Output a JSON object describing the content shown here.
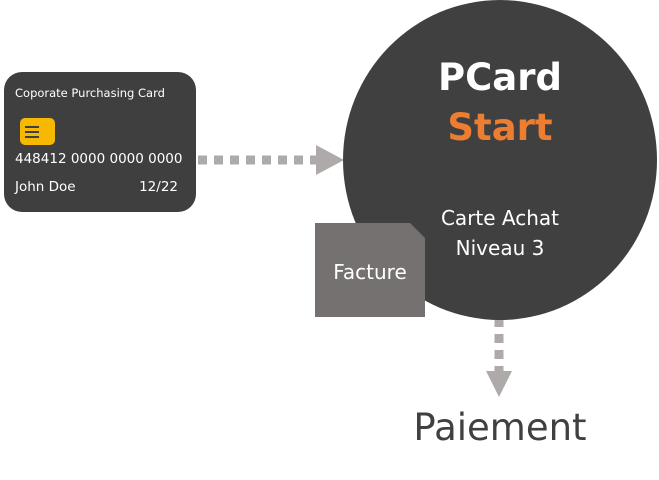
{
  "card": {
    "title": "Coporate Purchasing Card",
    "number": "448412 0000 0000 0000",
    "holder": "John Doe",
    "expiry": "12/22",
    "chip_icon": "card-chip-icon"
  },
  "center": {
    "title_line1": "PCard",
    "title_line2": "Start",
    "subtitle_line1": "Carte Achat",
    "subtitle_line2": "Niveau 3"
  },
  "document": {
    "label": "Facture"
  },
  "output": {
    "label": "Paiement"
  },
  "colors": {
    "dark": "#404040",
    "card": "#3f3f3f",
    "accent": "#ed7d31",
    "chip": "#f6b800",
    "document": "#767171",
    "arrow": "#aeaaaa"
  }
}
